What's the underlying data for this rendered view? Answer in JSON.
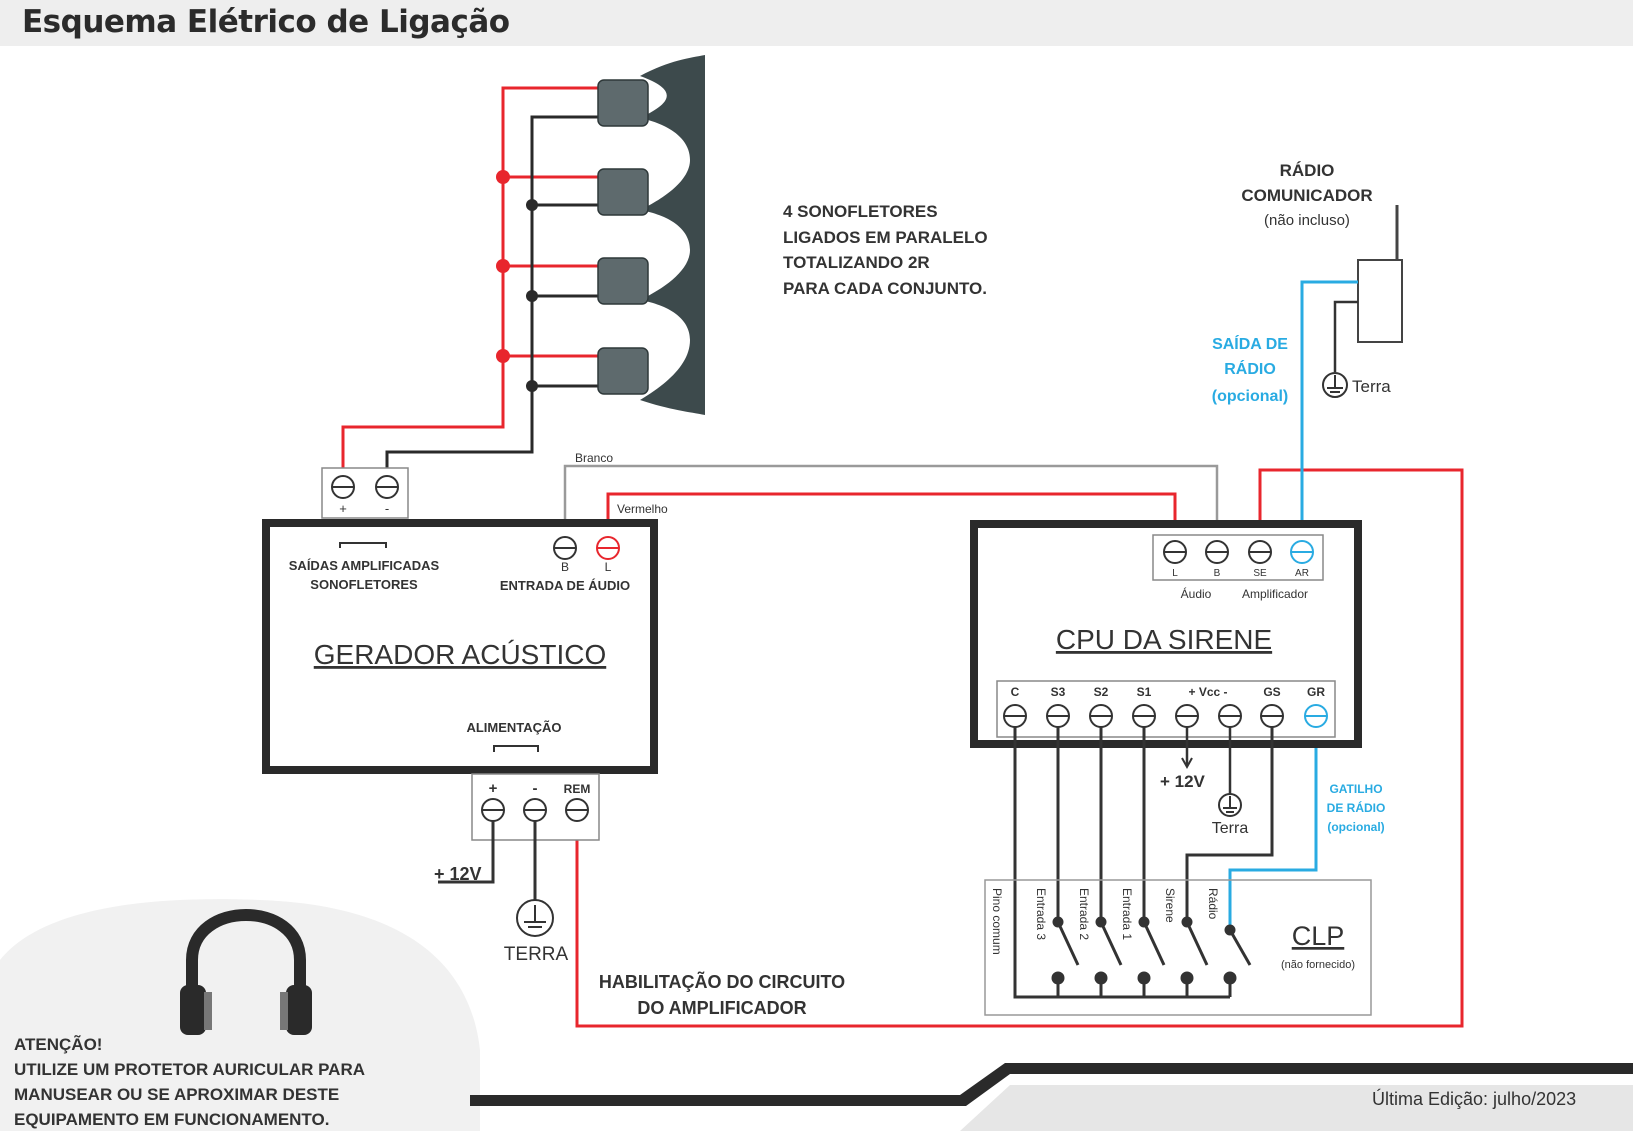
{
  "title": "Esquema Elétrico de Ligação",
  "colors": {
    "red_wire": "#e8262d",
    "black_wire": "#2a2a2a",
    "blue_wire": "#29abe2",
    "gray_wire": "#9a9a9a",
    "horn": "#3d4a4c"
  },
  "speakers_note": {
    "lines": [
      "4 SONOFLETORES",
      "LIGADOS EM PARALELO",
      "TOTALIZANDO 2R",
      "PARA CADA CONJUNTO."
    ]
  },
  "radio": {
    "title_lines": [
      "RÁDIO",
      "COMUNICADOR"
    ],
    "note": "(não incluso)",
    "ground_label": "Terra",
    "output_lines": [
      "SAÍDA DE",
      "RÁDIO",
      "(opcional)"
    ]
  },
  "wire_labels": {
    "white": "Branco",
    "red": "Vermelho"
  },
  "generator": {
    "name": "GERADOR ACÚSTICO",
    "outputs_label_lines": [
      "SAÍDAS AMPLIFICADAS",
      "SONOFLETORES"
    ],
    "audio_input_label": "ENTRADA DE ÁUDIO",
    "power_label": "ALIMENTAÇÃO",
    "speaker_terminals": [
      "+",
      "-"
    ],
    "audio_terminals": [
      "B",
      "L"
    ],
    "power_terminals": [
      "+",
      "-",
      "REM"
    ],
    "supply_label": "+ 12V",
    "ground_label": "TERRA"
  },
  "cpu": {
    "name": "CPU DA SIRENE",
    "top_terminals": [
      "L",
      "B",
      "SE",
      "AR"
    ],
    "top_group_labels": [
      "Áudio",
      "Amplificador"
    ],
    "bottom_terminals": [
      "C",
      "S3",
      "S2",
      "S1",
      "+ Vcc -",
      "GS",
      "GR"
    ],
    "supply_label": "+ 12V",
    "ground_label": "Terra"
  },
  "radio_trigger": {
    "lines": [
      "GATILHO",
      "DE RÁDIO",
      "(opcional)"
    ]
  },
  "plc": {
    "name": "CLP",
    "note": "(não fornecido)",
    "inputs": [
      "Pino comum",
      "Entrada 3",
      "Entrada 2",
      "Entrada 1",
      "Sirene",
      "Rádio"
    ]
  },
  "amp_enable": {
    "lines": [
      "HABILITAÇÃO DO CIRCUITO",
      "DO AMPLIFICADOR"
    ]
  },
  "warning": {
    "title": "ATENÇÃO!",
    "lines": [
      "UTILIZE UM PROTETOR AURICULAR PARA",
      "MANUSEAR OU SE APROXIMAR DESTE",
      "EQUIPAMENTO EM FUNCIONAMENTO."
    ]
  },
  "footer": {
    "edition": "Última Edição: julho/2023"
  }
}
